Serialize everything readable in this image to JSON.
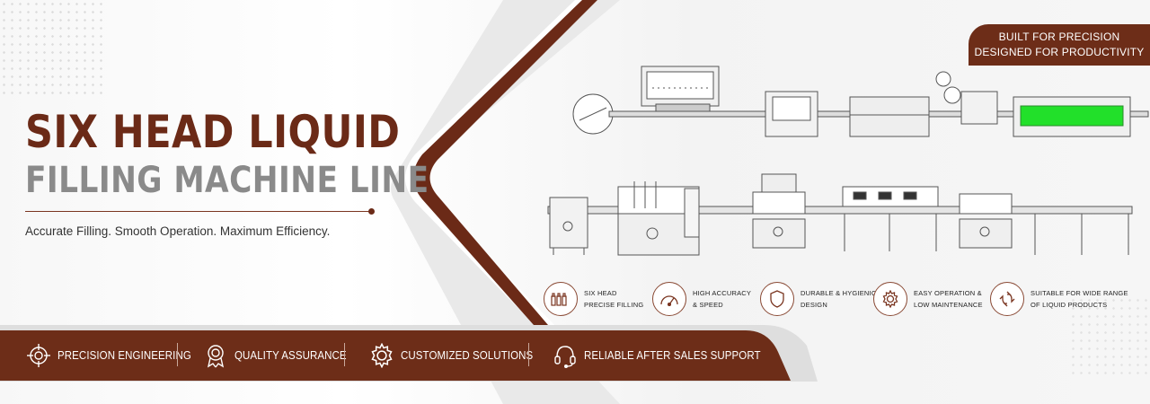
{
  "headline": {
    "line1": "SIX HEAD LIQUID",
    "line2": "FILLING MACHINE LINE"
  },
  "tagline": "Accurate Filling. Smooth Operation. Maximum Efficiency.",
  "badge": {
    "line1": "BUILT FOR PRECISION",
    "line2": "DESIGNED FOR PRODUCTIVITY"
  },
  "colors": {
    "brand_brown": "#6b2a17",
    "headline_gray": "#8a8a8a",
    "belt_green": "#22e02a"
  },
  "features": [
    {
      "icon": "bottles-icon",
      "line1": "SIX HEAD",
      "line2": "PRECISE FILLING"
    },
    {
      "icon": "speedometer-icon",
      "line1": "HIGH ACCURACY",
      "line2": "& SPEED"
    },
    {
      "icon": "shield-icon",
      "line1": "DURABLE & HYGIENIC",
      "line2": "DESIGN"
    },
    {
      "icon": "gear-icon",
      "line1": "EASY OPERATION &",
      "line2": "LOW MAINTENANCE"
    },
    {
      "icon": "arrows-cycle-icon",
      "line1": "SUITABLE FOR WIDE RANGE",
      "line2": "OF LIQUID PRODUCTS"
    }
  ],
  "bottom_bar": [
    {
      "icon": "target-icon",
      "label": "PRECISION ENGINEERING"
    },
    {
      "icon": "award-icon",
      "label": "QUALITY ASSURANCE"
    },
    {
      "icon": "gear-icon",
      "label": "CUSTOMIZED SOLUTIONS"
    },
    {
      "icon": "headset-icon",
      "label": "RELIABLE AFTER SALES SUPPORT"
    }
  ]
}
